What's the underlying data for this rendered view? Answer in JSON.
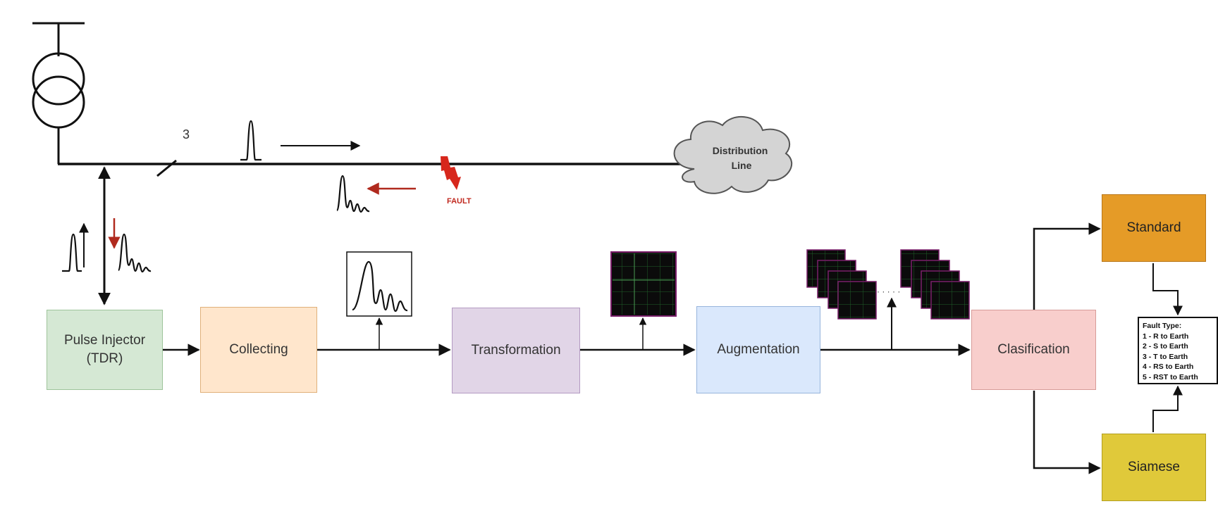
{
  "labels": {
    "phase_count": "3",
    "cloud": "Distribution\nLine",
    "fault": "FAULT"
  },
  "boxes": {
    "pulse_injector": "Pulse Injector\n(TDR)",
    "collecting": "Collecting",
    "transformation": "Transformation",
    "augmentation": "Augmentation",
    "classification": "Clasification",
    "standard": "Standard",
    "siamese": "Siamese"
  },
  "fault_types": {
    "title": "Fault Type:",
    "items": [
      "1 - R to Earth",
      "2 - S to Earth",
      "3 - T to Earth",
      "4 - RS to Earth",
      "5 - RST to Earth"
    ]
  },
  "colors": {
    "pulse_box": "#d5e8d4",
    "collecting_box": "#ffe6cc",
    "transformation_box": "#e1d5e7",
    "augmentation_box": "#dae8fc",
    "classification_box": "#f8cecc",
    "standard_box": "#e59b27",
    "siamese_box": "#e0c93a",
    "fault_red": "#c0281e",
    "cloud_fill": "#d4d4d4"
  }
}
